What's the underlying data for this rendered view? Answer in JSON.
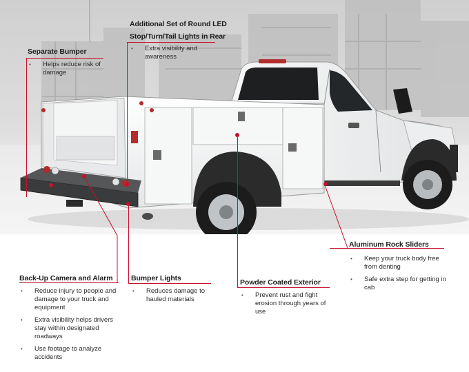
{
  "callouts": {
    "separate_bumper": {
      "title": "Separate Bumper",
      "bullets": [
        "Helps reduce risk of damage"
      ]
    },
    "led_lights": {
      "title_line1": "Additional Set of Round LED",
      "title_line2": "Stop/Turn/Tail Lights in Rear",
      "bullets": [
        "Extra visibility and awareness"
      ]
    },
    "rock_sliders": {
      "title": "Aluminum Rock Sliders",
      "bullets": [
        "Keep your truck body free from denting",
        "Safe extra step for getting in cab"
      ]
    },
    "backup_camera": {
      "title": "Back-Up Camera and Alarm",
      "bullets": [
        "Reduce injury to people and damage to your truck and equipment",
        "Extra visibility helps drivers stay within designated roadways",
        "Use footage to analyze accidents"
      ]
    },
    "bumper_lights": {
      "title": "Bumper Lights",
      "bullets": [
        "Reduces damage to hauled materials"
      ]
    },
    "powder_coated": {
      "title": "Powder Coated Exterior",
      "bullets": [
        "Prevent rust and fight erosion through years of use"
      ]
    }
  },
  "colors": {
    "accent": "#c8102e",
    "body_white": "#f3f4f4",
    "background_gray": "#d6d6d6"
  }
}
